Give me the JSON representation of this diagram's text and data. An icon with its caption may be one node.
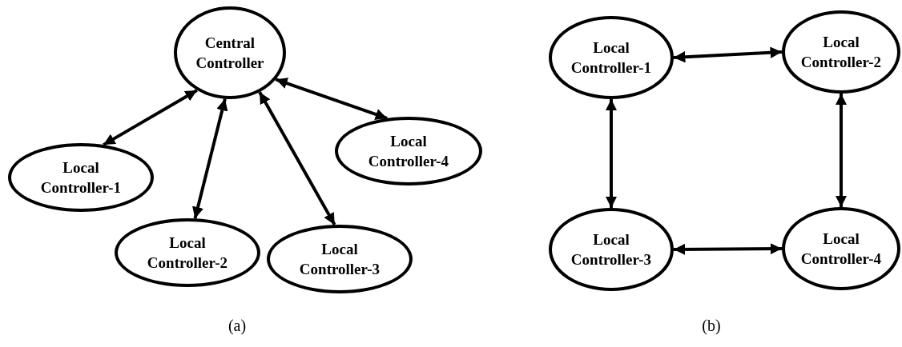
{
  "diagram": {
    "nodes": [
      {
        "text": [
          "Central Controller"
        ]
      },
      {
        "text": [
          "Local Controller-1"
        ]
      },
      {
        "text": [
          "Local Controller-2"
        ]
      },
      {
        "text": [
          "Local Controller-3"
        ]
      },
      {
        "text": [
          "Local Controller-4"
        ]
      },
      {
        "text": [
          "Local Controller-1"
        ]
      },
      {
        "text": [
          "Local Controller-2"
        ]
      },
      {
        "text": [
          "Local Controller-3"
        ]
      },
      {
        "text": [
          "Local Controller-4"
        ]
      }
    ],
    "edges": [
      {
        "from": 0,
        "to": 1,
        "arrow": "both"
      },
      {
        "from": 0,
        "to": 2,
        "arrow": "both"
      },
      {
        "from": 0,
        "to": 3,
        "arrow": "both"
      },
      {
        "from": 0,
        "to": 4,
        "arrow": "both"
      },
      {
        "from": 5,
        "to": 6,
        "arrow": "both"
      },
      {
        "from": 5,
        "to": 7,
        "arrow": "both"
      },
      {
        "from": 6,
        "to": 8,
        "arrow": "both"
      },
      {
        "from": 7,
        "to": 8,
        "arrow": "both"
      }
    ],
    "labels": [
      "(a)",
      "(b)"
    ]
  }
}
